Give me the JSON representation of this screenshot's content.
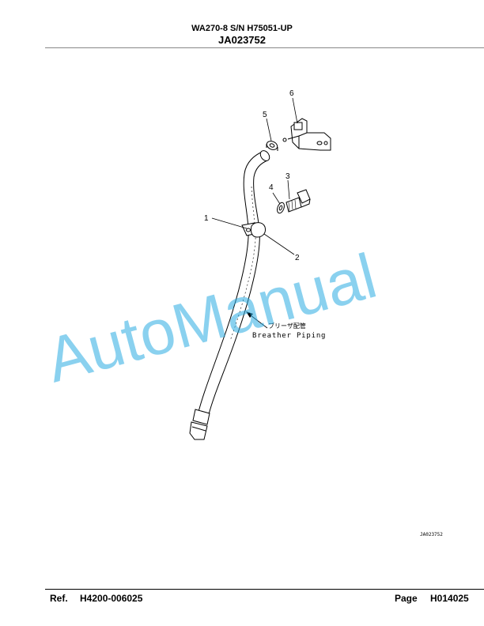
{
  "header": {
    "model_line": "WA270-8 S/N H75051-UP",
    "drawing_id": "JA023752"
  },
  "callouts": [
    "1",
    "2",
    "3",
    "4",
    "5",
    "6"
  ],
  "annotation": {
    "japanese": "ブリーザ配管",
    "english": "Breather Piping"
  },
  "figure_code": "JA023752",
  "watermark": "AutoManual",
  "footer": {
    "ref_label": "Ref.",
    "ref_value": "H4200-006025",
    "page_label": "Page",
    "page_value": "H014025"
  }
}
